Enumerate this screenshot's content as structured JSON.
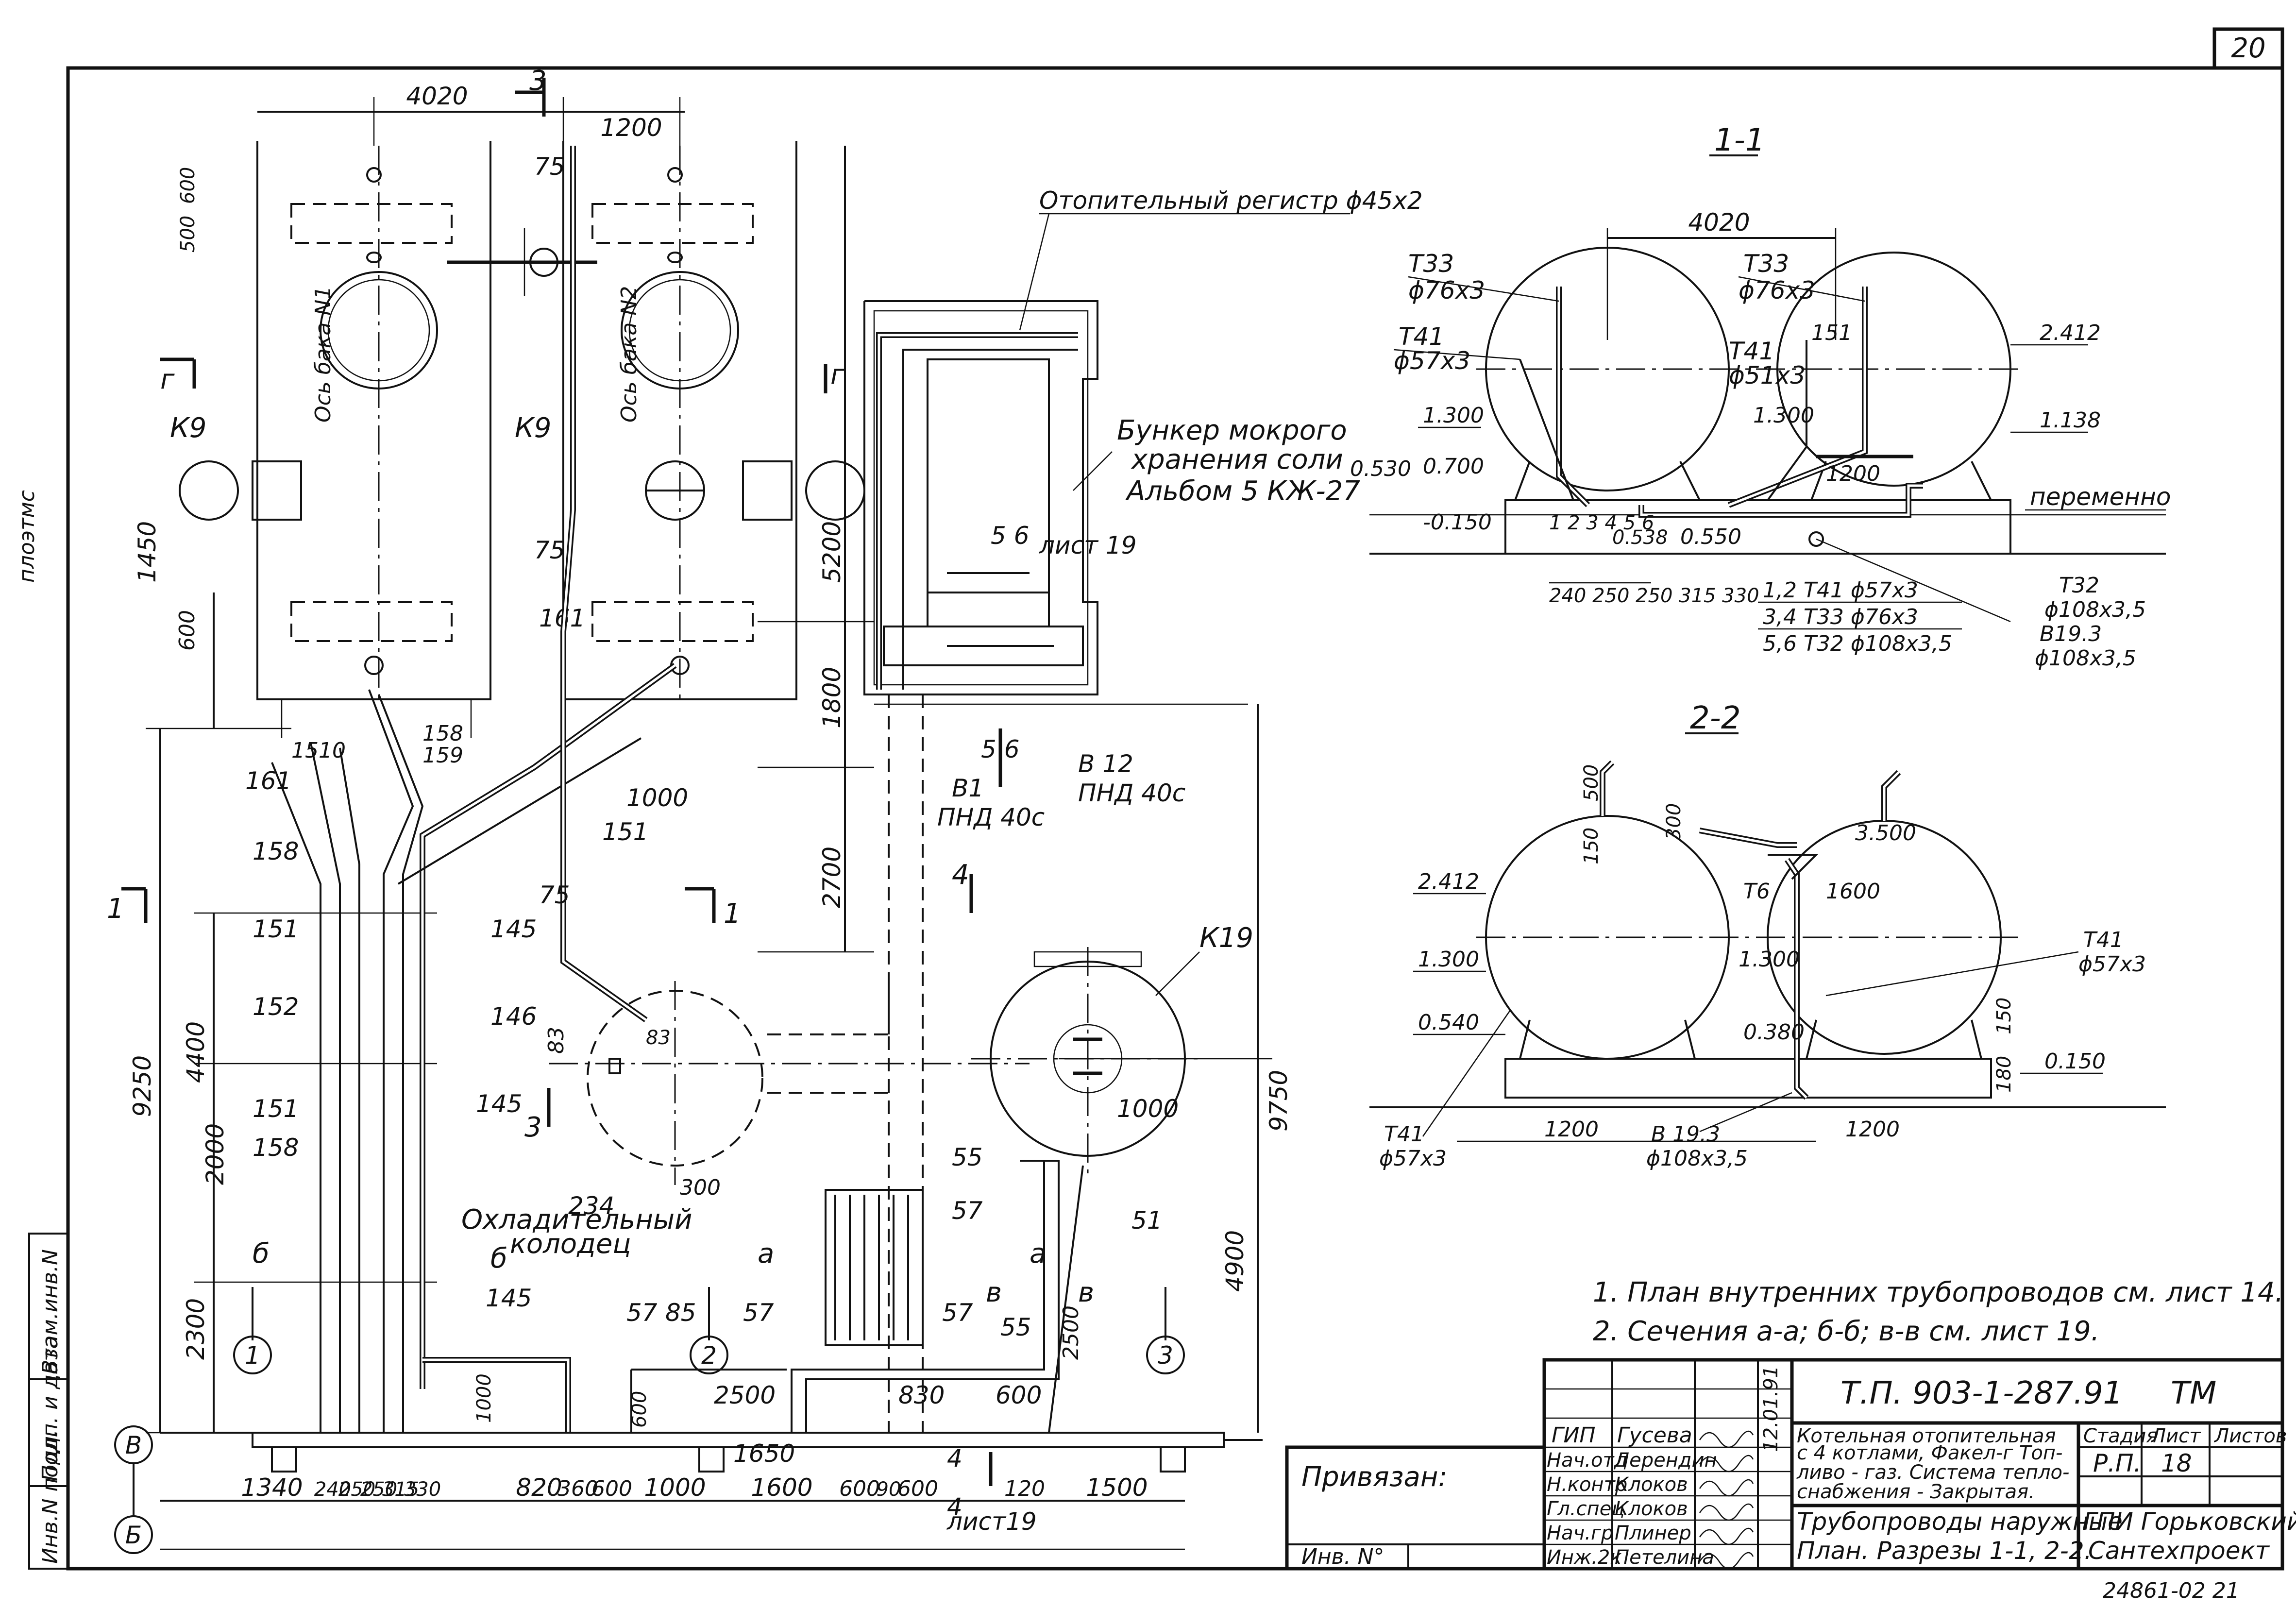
{
  "sheet": {
    "page_number": "20",
    "side_note": "плоэтмс"
  },
  "plan": {
    "dims_top": [
      "4020",
      "1200"
    ],
    "section_3": "3",
    "num_75": "75",
    "dims_left_small": [
      "500",
      "600",
      "600"
    ],
    "dims_left": [
      "1450",
      "9250",
      "4400",
      "2000",
      "2300",
      "1000"
    ],
    "dims_mid_v": [
      "5200",
      "1800",
      "2700"
    ],
    "dims_right_v": [
      "9750",
      "4900",
      "2500"
    ],
    "label_k9": "К9",
    "axis_tank1": "Ось бака N1",
    "axis_tank2": "Ось бака N2",
    "reg_label": "Отопительный регистр ϕ45x2",
    "bunker_label": [
      "Бункер мокрого",
      "хранения соли",
      "Альбом 5 КЖ-27"
    ],
    "sec56_label": "5 6",
    "sheet19": "лист 19",
    "b12": [
      "В 12",
      "ПНД 40с"
    ],
    "b1": [
      "В1",
      "ПНД 40с"
    ],
    "dim_1000": "1000",
    "nums": [
      "161",
      "158",
      "159",
      "151",
      "145",
      "146",
      "152",
      "234",
      "300",
      "500",
      "83",
      "55",
      "57",
      "85",
      "51",
      "1650",
      "2500",
      "830",
      "600",
      "1000",
      "1510"
    ],
    "cooler_label": [
      "Охладительный",
      "колодец"
    ],
    "k19": "К19",
    "sec_a": "а",
    "sec_b": "б",
    "sec_v": "в",
    "sec_4": "4",
    "sec_1": "1",
    "sec_2": "г",
    "axes": [
      "1",
      "2",
      "3"
    ],
    "axes_letters": [
      "В",
      "Б"
    ],
    "dims_bottom": [
      "1340",
      "240",
      "250",
      "250",
      "315",
      "330",
      "820",
      "360",
      "600",
      "1000",
      "1600",
      "600",
      "90",
      "600",
      "120",
      "1500"
    ],
    "sheet19_bottom": "лист19"
  },
  "section11": {
    "title": "1-1",
    "dim_top": "4020",
    "t33a": [
      "Т33",
      "ϕ76x3"
    ],
    "t33b": [
      "Т33",
      "ϕ76x3"
    ],
    "t41a": [
      "Т41",
      "ϕ57x3"
    ],
    "t41b": [
      "Т41",
      "ϕ51x3"
    ],
    "n151": "151",
    "elevations": [
      "1.300",
      "0.530",
      "0.700",
      "-0.150",
      "1.300",
      "2.412",
      "1.138",
      "0.538",
      "0.550"
    ],
    "dim_1200": "1200",
    "peremenno": "переменно",
    "pipe_nums": "1 2 3  4 5 6",
    "bottom_dims": "240 250 250 315 330",
    "legend": [
      "1,2 Т41 ϕ57x3",
      "3,4 Т33 ϕ76x3",
      "5,6 Т32 ϕ108x3,5"
    ],
    "t32": [
      "Т32",
      "ϕ108x3,5"
    ],
    "b193": [
      "В19.3",
      "ϕ108x3,5"
    ]
  },
  "section22": {
    "title": "2-2",
    "elevations": [
      "2.412",
      "1.300",
      "0.540",
      "3.500",
      "1.300",
      "0.380",
      "0.150"
    ],
    "small_dims": [
      "500",
      "150",
      "300",
      "150",
      "180"
    ],
    "t6": "Т6",
    "dim_1600": "1600",
    "t41r": [
      "Т41",
      "ϕ57x3"
    ],
    "t41l": [
      "Т41",
      "ϕ57x3"
    ],
    "b193": [
      "В 19.3",
      "ϕ108x3,5"
    ],
    "dims_bottom": [
      "1200",
      "1200"
    ]
  },
  "notes": [
    "1. План внутренних трубопроводов см. лист 14.",
    "2. Сечения а-а; б-б; в-в см. лист 19."
  ],
  "title_block": {
    "code": "Т.П. 903-1-287.91",
    "mark": "ТМ",
    "privyazan": "Привязан:",
    "inv_no": "Инв. N°",
    "roles": [
      "ГИП",
      "Нач.отд",
      "Н.контр",
      "Гл.спец",
      "Нач.гр",
      "Инж.2к"
    ],
    "names": [
      "Гусева",
      "Лерендин",
      "Клоков",
      "Клоков",
      "Плинер",
      "Петелина"
    ],
    "date": "12.01.91",
    "project_desc": [
      "Котельная отопительная",
      "с 4 котлами, Факел-г Топ-",
      "ливо - газ. Система тепло-",
      "снабжения - Закрытая."
    ],
    "stage_hdr": [
      "Стадия",
      "Лист",
      "Листов"
    ],
    "stage_vals": [
      "Р.П.",
      "18",
      ""
    ],
    "sheet_title": [
      "Трубопроводы наружные",
      "План. Разрезы 1-1, 2-2."
    ],
    "org": [
      "ГПИ Горьковский",
      "Сантехпроект"
    ],
    "bottom_code": "24861-02  21"
  },
  "left_strip": [
    "Инв.N подл.",
    "Подп. и дата",
    "Взам.инв.N"
  ]
}
